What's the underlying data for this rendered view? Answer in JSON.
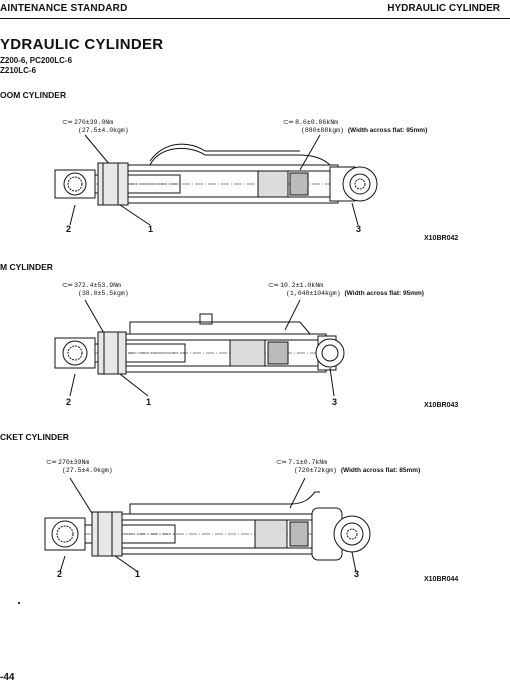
{
  "header": {
    "left": "AINTENANCE STANDARD",
    "right": "HYDRAULIC CYLINDER"
  },
  "title": "YDRAULIC CYLINDER",
  "models": [
    "Z200-6, PC200LC-6",
    "Z210LC-6"
  ],
  "sections": {
    "boom": {
      "heading": "OOM CYLINDER",
      "spec_left": {
        "line1": "270±39.0Nm",
        "line2": "(27.5±4.0kgm)"
      },
      "spec_right": {
        "line1": "8.6±0.86kNm",
        "line2": "(880±88kgm)",
        "note": "(Width across flat: 95mm)"
      },
      "labels": [
        "2",
        "1",
        "3"
      ],
      "code": "X10BR042"
    },
    "arm": {
      "heading": "M CYLINDER",
      "spec_left": {
        "line1": "372.4±53.9Nm",
        "line2": "(38.0±5.5kgm)"
      },
      "spec_right": {
        "line1": "10.2±1.0kNm",
        "line2": "(1,040±104kgm)",
        "note": "(Width across flat: 95mm)"
      },
      "labels": [
        "2",
        "1",
        "3"
      ],
      "code": "X10BR043"
    },
    "bucket": {
      "heading": "CKET CYLINDER",
      "spec_left": {
        "line1": "270±39Nm",
        "line2": "(27.5±4.0kgm)"
      },
      "spec_right": {
        "line1": "7.1±0.7kNm",
        "line2": "(720±72kgm)",
        "note": "(Width across flat: 85mm)"
      },
      "labels": [
        "2",
        "1",
        "3"
      ],
      "code": "X10BR044"
    }
  },
  "page_number": "-44",
  "icons": {
    "torque": "torque-wrench-icon"
  }
}
